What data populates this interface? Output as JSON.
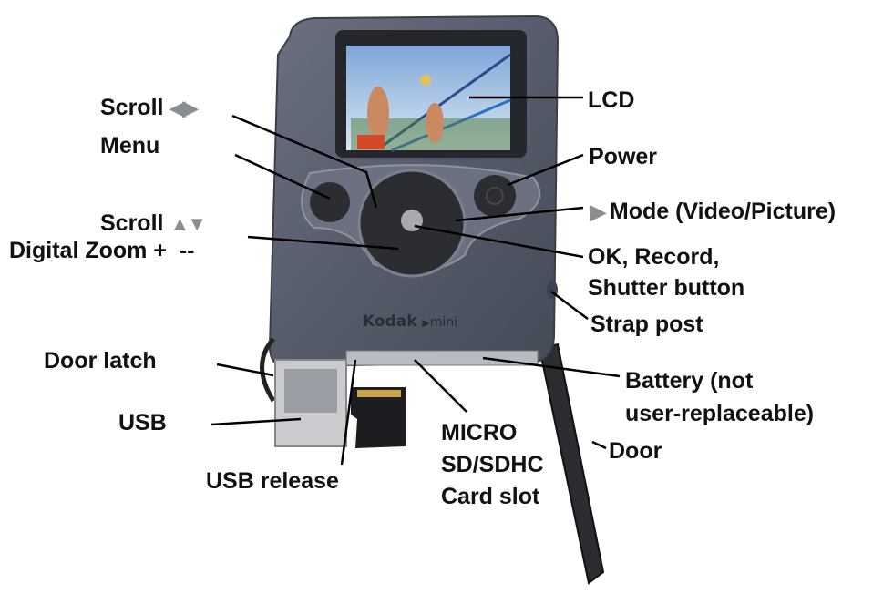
{
  "colors": {
    "body": "#5b6171",
    "body_dark": "#3d4250",
    "button": "#2b2d31",
    "ok": "#a8aaae",
    "label": "#111111",
    "arrow": "#8a8d92"
  },
  "logo": {
    "brand": "Kodak",
    "model": "mini",
    "mark": "▶"
  },
  "labels": {
    "scroll_lr": {
      "text": "Scroll",
      "arrows": "◀▶"
    },
    "menu": "Menu",
    "scroll_ud": {
      "text": "Scroll",
      "arrows": "▲▼"
    },
    "digital_zoom": "Digital Zoom +  --",
    "door_latch": "Door latch",
    "usb": "USB",
    "usb_release": "USB release",
    "card_slot": [
      "MICRO",
      "SD/SDHC",
      "Card slot"
    ],
    "battery": [
      "Battery (not",
      "user-replaceable)"
    ],
    "door": "Door",
    "strap_post": "Strap post",
    "ok_record": [
      "OK, Record,",
      "Shutter button"
    ],
    "mode": {
      "arrow": "▶",
      "text": "Mode (Video/Picture)"
    },
    "power": "Power",
    "lcd": "LCD"
  }
}
